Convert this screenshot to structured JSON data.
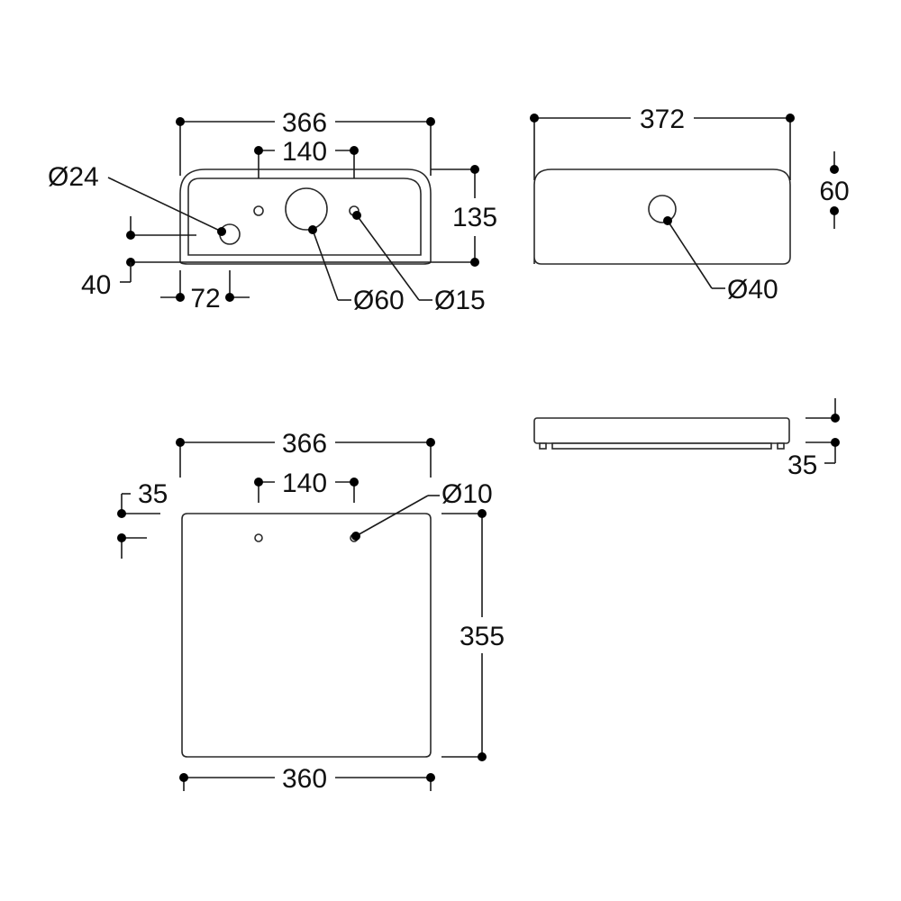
{
  "views": {
    "top_view": {
      "overall_width": "366",
      "hole_spacing": "140",
      "depth": "135",
      "small_hole_dia": "Ø24",
      "edge_offset": "40",
      "hole_offset": "72",
      "large_hole_dia": "Ø60",
      "tap_hole_dia": "Ø15"
    },
    "front_view": {
      "overall_width": "372",
      "height": "60",
      "hole_dia": "Ø40"
    },
    "side_view": {
      "thickness": "35"
    },
    "plan_view": {
      "overall_width": "366",
      "hole_spacing": "140",
      "hole_offset": "35",
      "hole_dia": "Ø10",
      "depth": "355",
      "bottom_width": "360"
    }
  }
}
